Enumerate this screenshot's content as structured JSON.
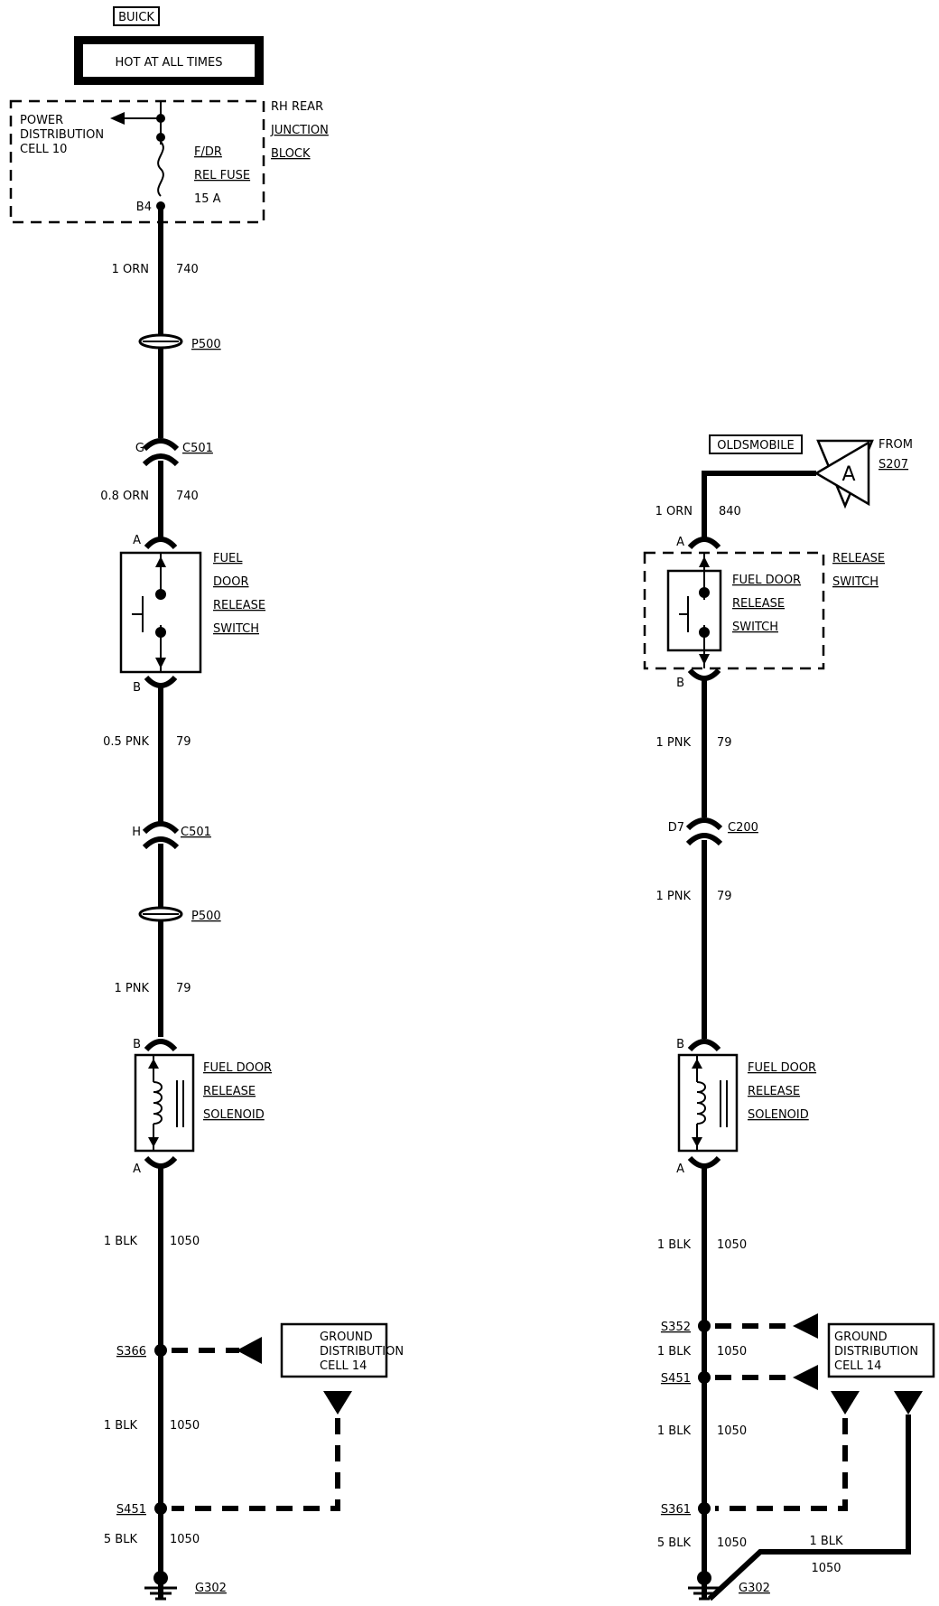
{
  "left": {
    "buick_label": "BUICK",
    "hot_label": "HOT AT ALL TIMES",
    "power_dist": [
      "POWER",
      "DISTRIBUTION",
      "CELL 10"
    ],
    "junction_block": [
      "RH REAR",
      "JUNCTION",
      "BLOCK"
    ],
    "fuse": [
      "F/DR",
      "REL FUSE",
      "15 A"
    ],
    "b4": "B4",
    "w1_gauge": "1 ORN",
    "w1_circuit": "740",
    "p500_a": "P500",
    "c501_g_pin": "G",
    "c501_g": "C501",
    "w2_gauge": "0.8 ORN",
    "w2_circuit": "740",
    "switch_pin_a": "A",
    "switch_pin_b": "B",
    "switch_label": [
      "FUEL",
      "DOOR",
      "RELEASE",
      "SWITCH"
    ],
    "w3_gauge": "0.5 PNK",
    "w3_circuit": "79",
    "c501_h_pin": "H",
    "c501_h": "C501",
    "p500_b": "P500",
    "w4_gauge": "1 PNK",
    "w4_circuit": "79",
    "sol_pin_b": "B",
    "sol_pin_a": "A",
    "solenoid_label": [
      "FUEL DOOR",
      "RELEASE",
      "SOLENOID"
    ],
    "w5_gauge": "1 BLK",
    "w5_circuit": "1050",
    "s366": "S366",
    "ground_dist": [
      "GROUND",
      "DISTRIBUTION",
      "CELL 14"
    ],
    "w6_gauge": "1 BLK",
    "w6_circuit": "1050",
    "s451": "S451",
    "w7_gauge": "5 BLK",
    "w7_circuit": "1050",
    "g302": "G302"
  },
  "right": {
    "olds_label": "OLDSMOBILE",
    "connector_letter": "A",
    "from_label": [
      "FROM",
      "S207"
    ],
    "w1_gauge": "1 ORN",
    "w1_circuit": "840",
    "switch_pin_a": "A",
    "switch_pin_b": "B",
    "switch_label": [
      "FUEL DOOR",
      "RELEASE",
      "SWITCH"
    ],
    "release_switch": [
      "RELEASE",
      "SWITCH"
    ],
    "w2_gauge": "1 PNK",
    "w2_circuit": "79",
    "c200_pin": "D7",
    "c200": "C200",
    "w3_gauge": "1 PNK",
    "w3_circuit": "79",
    "sol_pin_b": "B",
    "sol_pin_a": "A",
    "solenoid_label": [
      "FUEL DOOR",
      "RELEASE",
      "SOLENOID"
    ],
    "w4_gauge": "1 BLK",
    "w4_circuit": "1050",
    "s352": "S352",
    "w5_gauge": "1 BLK",
    "w5_circuit": "1050",
    "s451": "S451",
    "ground_dist": [
      "GROUND",
      "DISTRIBUTION",
      "CELL 14"
    ],
    "w6_gauge": "1 BLK",
    "w6_circuit": "1050",
    "s361": "S361",
    "w7_gauge": "5 BLK",
    "w7_circuit": "1050",
    "jumper_gauge": "1 BLK",
    "jumper_circuit": "1050",
    "g302": "G302"
  }
}
